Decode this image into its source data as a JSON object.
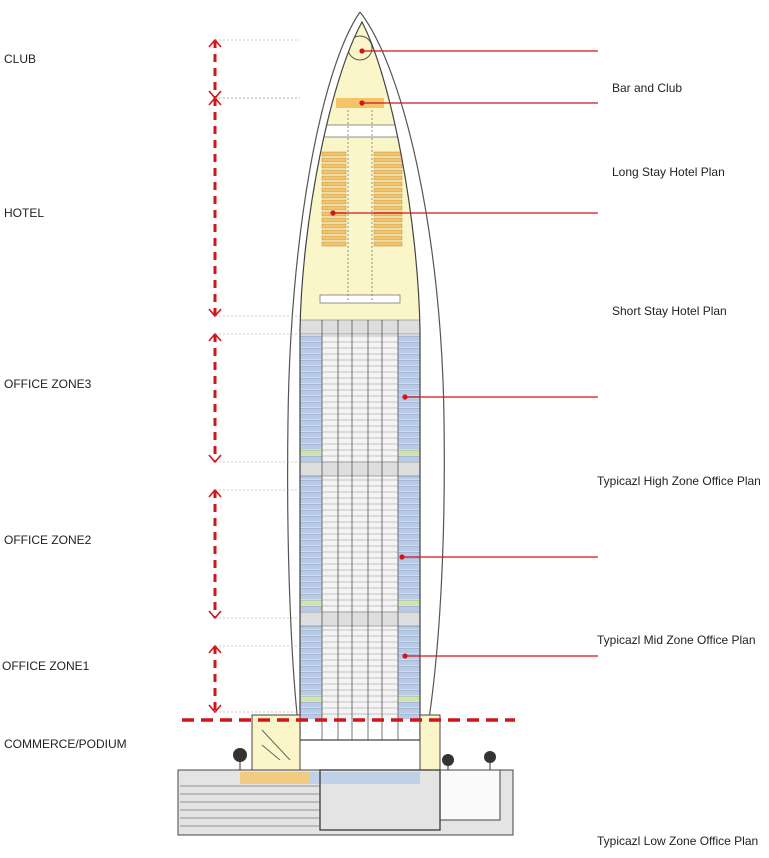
{
  "zones": [
    {
      "id": "club",
      "label": "CLUB"
    },
    {
      "id": "hotel",
      "label": "HOTEL"
    },
    {
      "id": "office3",
      "label": "OFFICE ZONE3"
    },
    {
      "id": "office2",
      "label": "OFFICE ZONE2"
    },
    {
      "id": "office1",
      "label": "OFFICE ZONE1"
    },
    {
      "id": "podium",
      "label": "COMMERCE/PODIUM"
    }
  ],
  "plans": [
    {
      "id": "bar",
      "label": "Bar and Club"
    },
    {
      "id": "longstay",
      "label": "Long Stay Hotel Plan"
    },
    {
      "id": "shortstay",
      "label": "Short Stay Hotel Plan"
    },
    {
      "id": "high",
      "label": "Typicazl High Zone Office Plan"
    },
    {
      "id": "mid",
      "label": "Typicazl Mid Zone Office Plan"
    },
    {
      "id": "low",
      "label": "Typicazl Low Zone Office Plan"
    }
  ],
  "colors": {
    "accent": "#d0161b",
    "hotel_floor": "#f5c46a",
    "office_floor": "#b7cbe8",
    "mech_floor": "#cfe2b2",
    "podium_fill": "#fbf6c9",
    "line": "#444444"
  }
}
